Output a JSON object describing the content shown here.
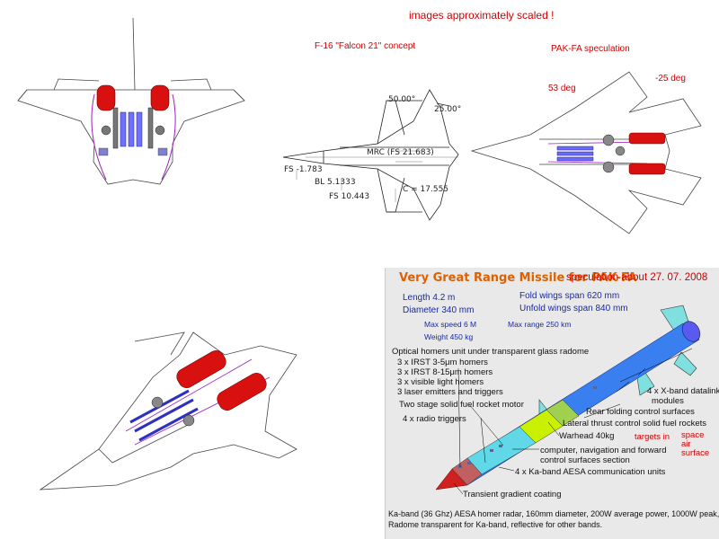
{
  "header": {
    "scale_note": "images approximately scaled  !",
    "f16_title": "F-16 \"Falcon 21\" concept",
    "pakfa_title": "PAK-FA speculation",
    "angle_53": "53 deg",
    "angle_25": "-25 deg"
  },
  "f16_labels": {
    "a50": "50.00°",
    "a25": "25.00°",
    "mrc": "MRC (FS 21.683)",
    "fs1": "FS -1.783",
    "bl": "BL 5.1333",
    "fs2": "FS 10.443",
    "c": "C = 17.555"
  },
  "missile": {
    "title": "Very Great Range Missile for PAK-FA",
    "date": "speculation about 27. 07. 2008",
    "length": "Length   4.2 m",
    "diameter": "Diameter   340 mm",
    "fold_span": "Fold wings span   620 mm",
    "unfold_span": "Unfold wings span   840 mm",
    "max_speed": "Max speed   6 M",
    "max_range": "Max range 250 km",
    "weight": "Weight   450 kg",
    "optical": [
      "Optical homers unit under transparent glass radome",
      "3 x IRST  3-5μm homers",
      "3 x IRST  8-15μm homers",
      "3 x visible light homers",
      "3 laser emitters and triggers"
    ],
    "motor": "Two stage solid fuel rocket motor",
    "radio": "4 x radio triggers",
    "xband": [
      "4 x  X-band datalink",
      "modules"
    ],
    "rear_folding": "Rear folding control surfaces",
    "lateral": "Lateral thrust control solid fuel rockets",
    "warhead": "Warhead  40kg",
    "targets_in": "targets in",
    "targets": [
      "space",
      "air",
      "surface"
    ],
    "computer": [
      "computer, navigation and forward",
      "control surfaces section"
    ],
    "kaband_units": "4 x Ka-band AESA communication units",
    "coating": "Transient gradient coating",
    "footer": [
      "Ka-band (36 Ghz) AESA homer radar, 160mm diameter, 200W average power, 1000W peak,",
      "Radome transparent for Ka-band, reflective for other bands."
    ]
  },
  "colors": {
    "red_text": "#d00000",
    "blue_text": "#1a2aa0",
    "orange_title": "#e06000",
    "missile_blue": "#3a7ff0",
    "fuel_red": "#e01010"
  }
}
